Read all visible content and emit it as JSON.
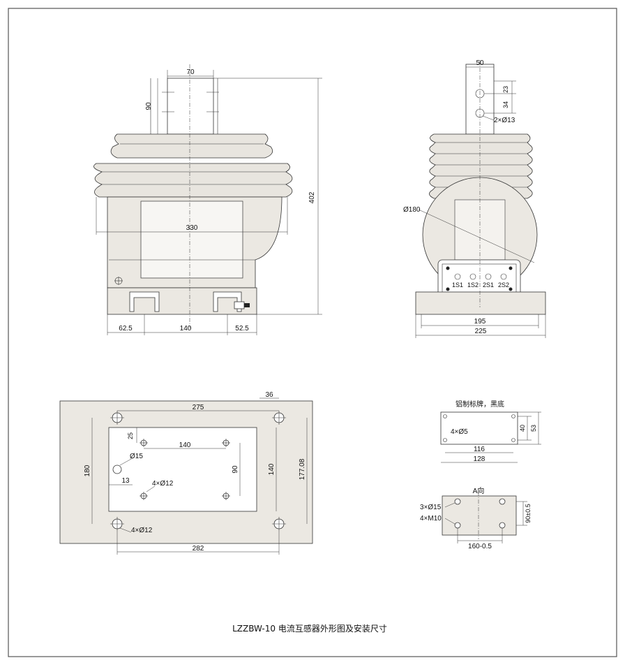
{
  "title": "LZZBW-10 电流互感器外形图及安装尺寸",
  "front_view": {
    "dim_70": "70",
    "dim_90": "90",
    "dim_330": "330",
    "dim_402": "402",
    "dim_62_5": "62.5",
    "dim_140": "140",
    "dim_52_5": "52.5"
  },
  "side_view": {
    "dim_50": "50",
    "dim_23": "23",
    "dim_34": "34",
    "holes": "2×Ø13",
    "dia_180": "Ø180",
    "dim_195": "195",
    "dim_225": "225",
    "terminals": [
      "1S1",
      "1S2",
      "2S1",
      "2S2"
    ]
  },
  "plan_view": {
    "dim_36": "36",
    "dim_275": "275",
    "dim_25": "25",
    "dim_140_h": "140",
    "dia_15": "Ø15",
    "dim_180": "180",
    "dim_90": "90",
    "dim_140_v": "140",
    "dim_177_08": "177.08",
    "dim_13": "13",
    "holes_inner": "4×Ø12",
    "holes_outer": "4×Ø12",
    "dim_282": "282"
  },
  "nameplate": {
    "caption": "铝制标牌，黑底",
    "holes": "4×Ø5",
    "dim_40": "40",
    "dim_53": "53",
    "dim_116": "116",
    "dim_128": "128"
  },
  "view_a": {
    "caption": "A向",
    "holes": "3×Ø15",
    "thread": "4×M10",
    "dim_v": "90±0.5",
    "dim_h": "160-0.5"
  }
}
